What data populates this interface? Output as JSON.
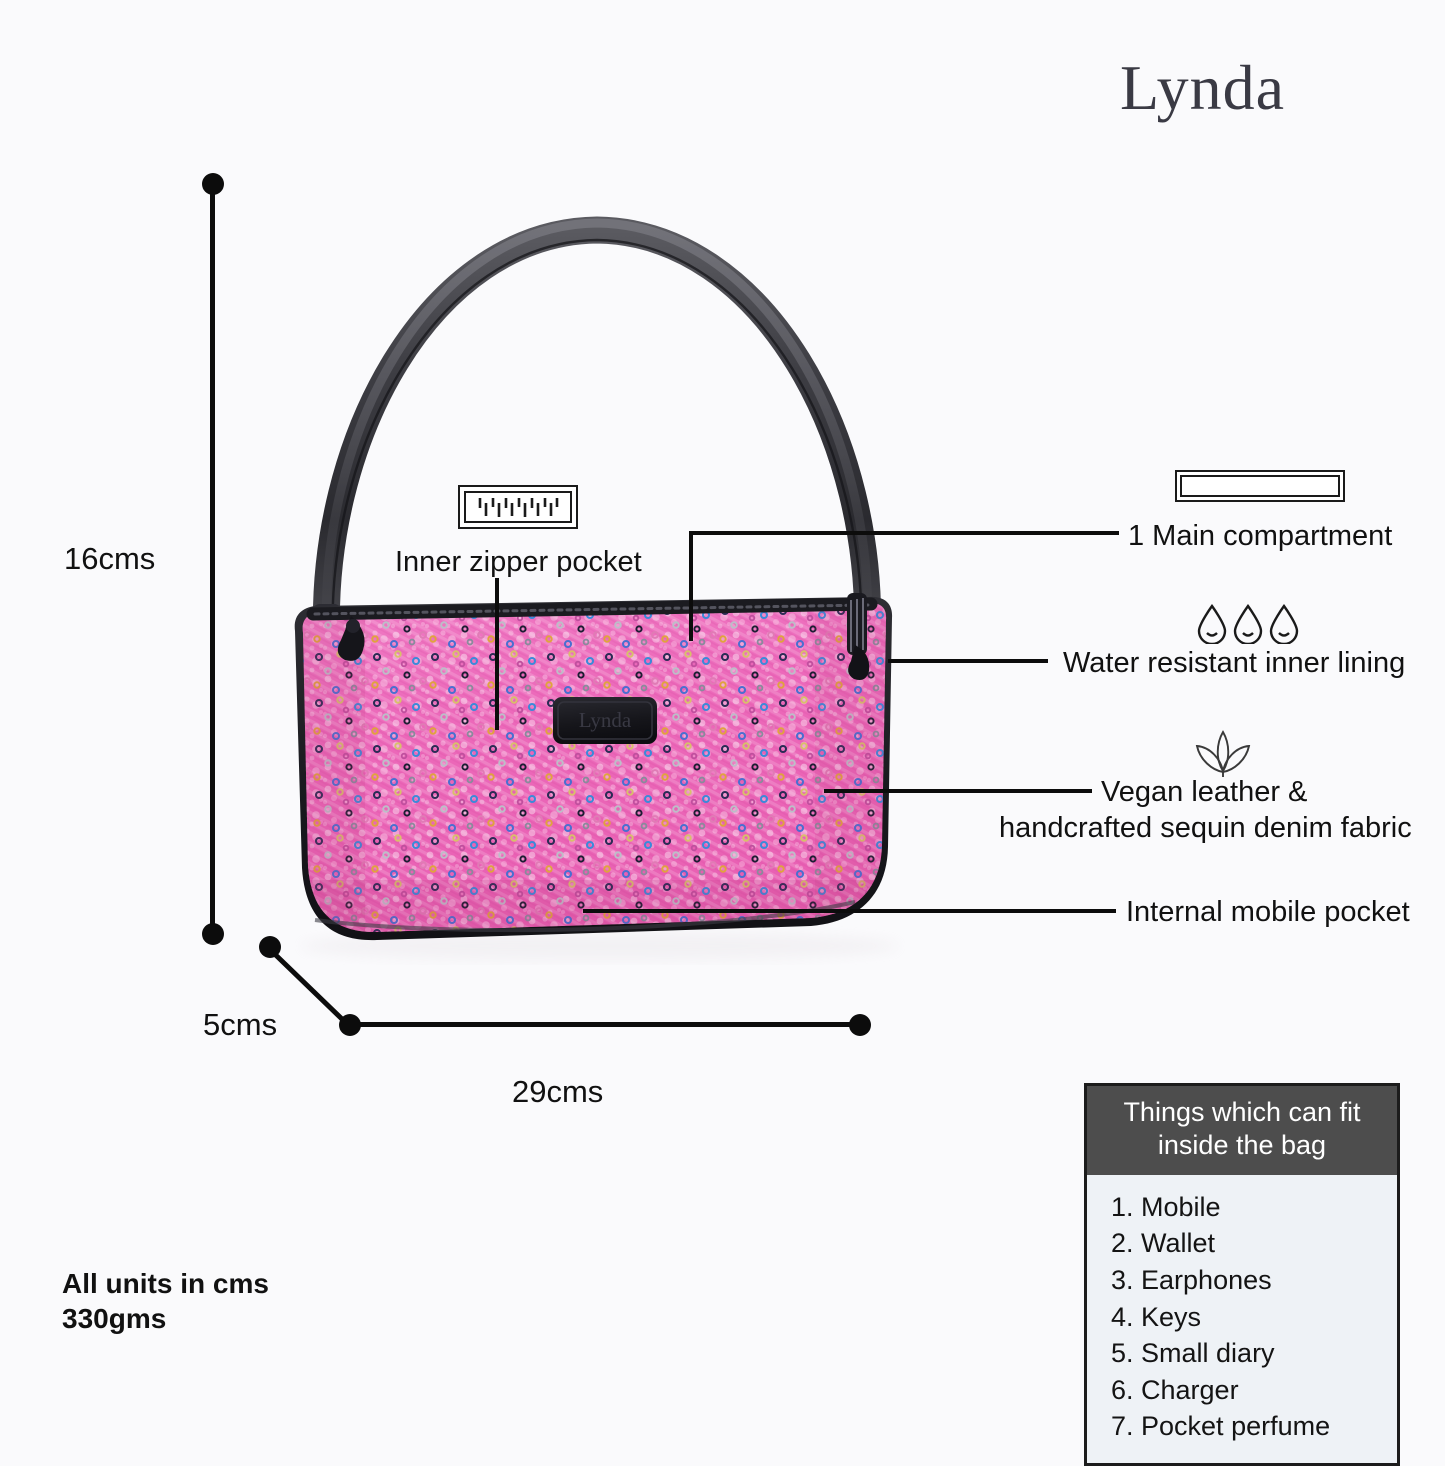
{
  "brand": {
    "name": "Lynda"
  },
  "dimensions": {
    "height_label": "16cms",
    "depth_label": "5cms",
    "width_label": "29cms"
  },
  "notes": {
    "units": "All units in cms",
    "weight": "330gms"
  },
  "annotations": {
    "inner_zipper_pocket": "Inner zipper pocket",
    "main_compartment": "1 Main compartment",
    "water_resistant": "Water resistant inner lining",
    "vegan_leather_line1": "Vegan leather &",
    "vegan_leather_line2": "handcrafted sequin denim fabric",
    "internal_mobile_pocket": "Internal mobile pocket"
  },
  "icons": {
    "zipper": "zipper-icon",
    "compartment": "rectangle-compartment-icon",
    "water": "water-droplet-icon",
    "leaf": "leaf-icon"
  },
  "fit_box": {
    "title": "Things which can fit inside the bag",
    "items": [
      "1. Mobile",
      "2. Wallet",
      "3. Earphones",
      "4. Keys",
      "5. Small diary",
      "6. Charger",
      "7. Pocket perfume"
    ],
    "header_bg": "#4d4d4d",
    "body_bg": "#eef2f6",
    "border": "#1c1c1c"
  },
  "product": {
    "patch_text": "Lynda",
    "fabric_color": "#ee6fbe",
    "trim_color": "#1e1e22",
    "strap_color": "#3a3a3f"
  },
  "canvas": {
    "background": "#fafafc"
  }
}
